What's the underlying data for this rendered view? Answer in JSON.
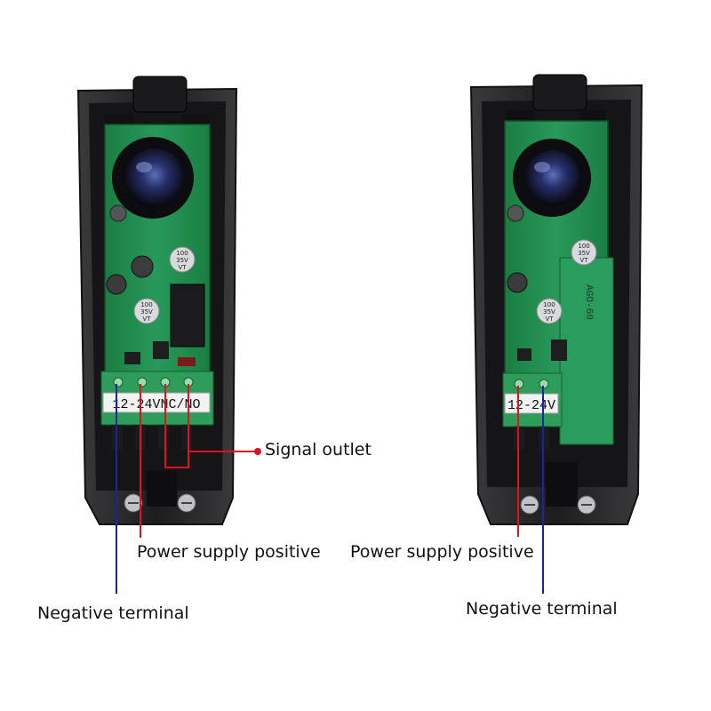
{
  "left_device": {
    "terminal_label": "12-24VNC/NO",
    "cap_top": "100",
    "cap_mid": "35V",
    "cap_bot": "VT",
    "cap2_top": "100",
    "cap2_mid": "35V",
    "cap2_bot": "VT"
  },
  "right_device": {
    "terminal_label": "12-24V",
    "board_marking": "AGO-60",
    "cap_top": "100",
    "cap_mid": "35V",
    "cap_bot": "VT",
    "cap2_top": "100",
    "cap2_mid": "35V",
    "cap2_bot": "VT"
  },
  "callouts": {
    "signal_outlet": "Signal outlet",
    "left_power_positive": "Power supply positive",
    "left_negative": "Negative terminal",
    "right_power_positive": "Power supply positive",
    "right_negative": "Negative terminal"
  },
  "colors": {
    "positive_wire": "#e0101e",
    "negative_wire": "#1426a0",
    "housing": "#2b2b2d",
    "pcb": "#1f8a4a",
    "terminal_block": "#2e9d5a"
  }
}
